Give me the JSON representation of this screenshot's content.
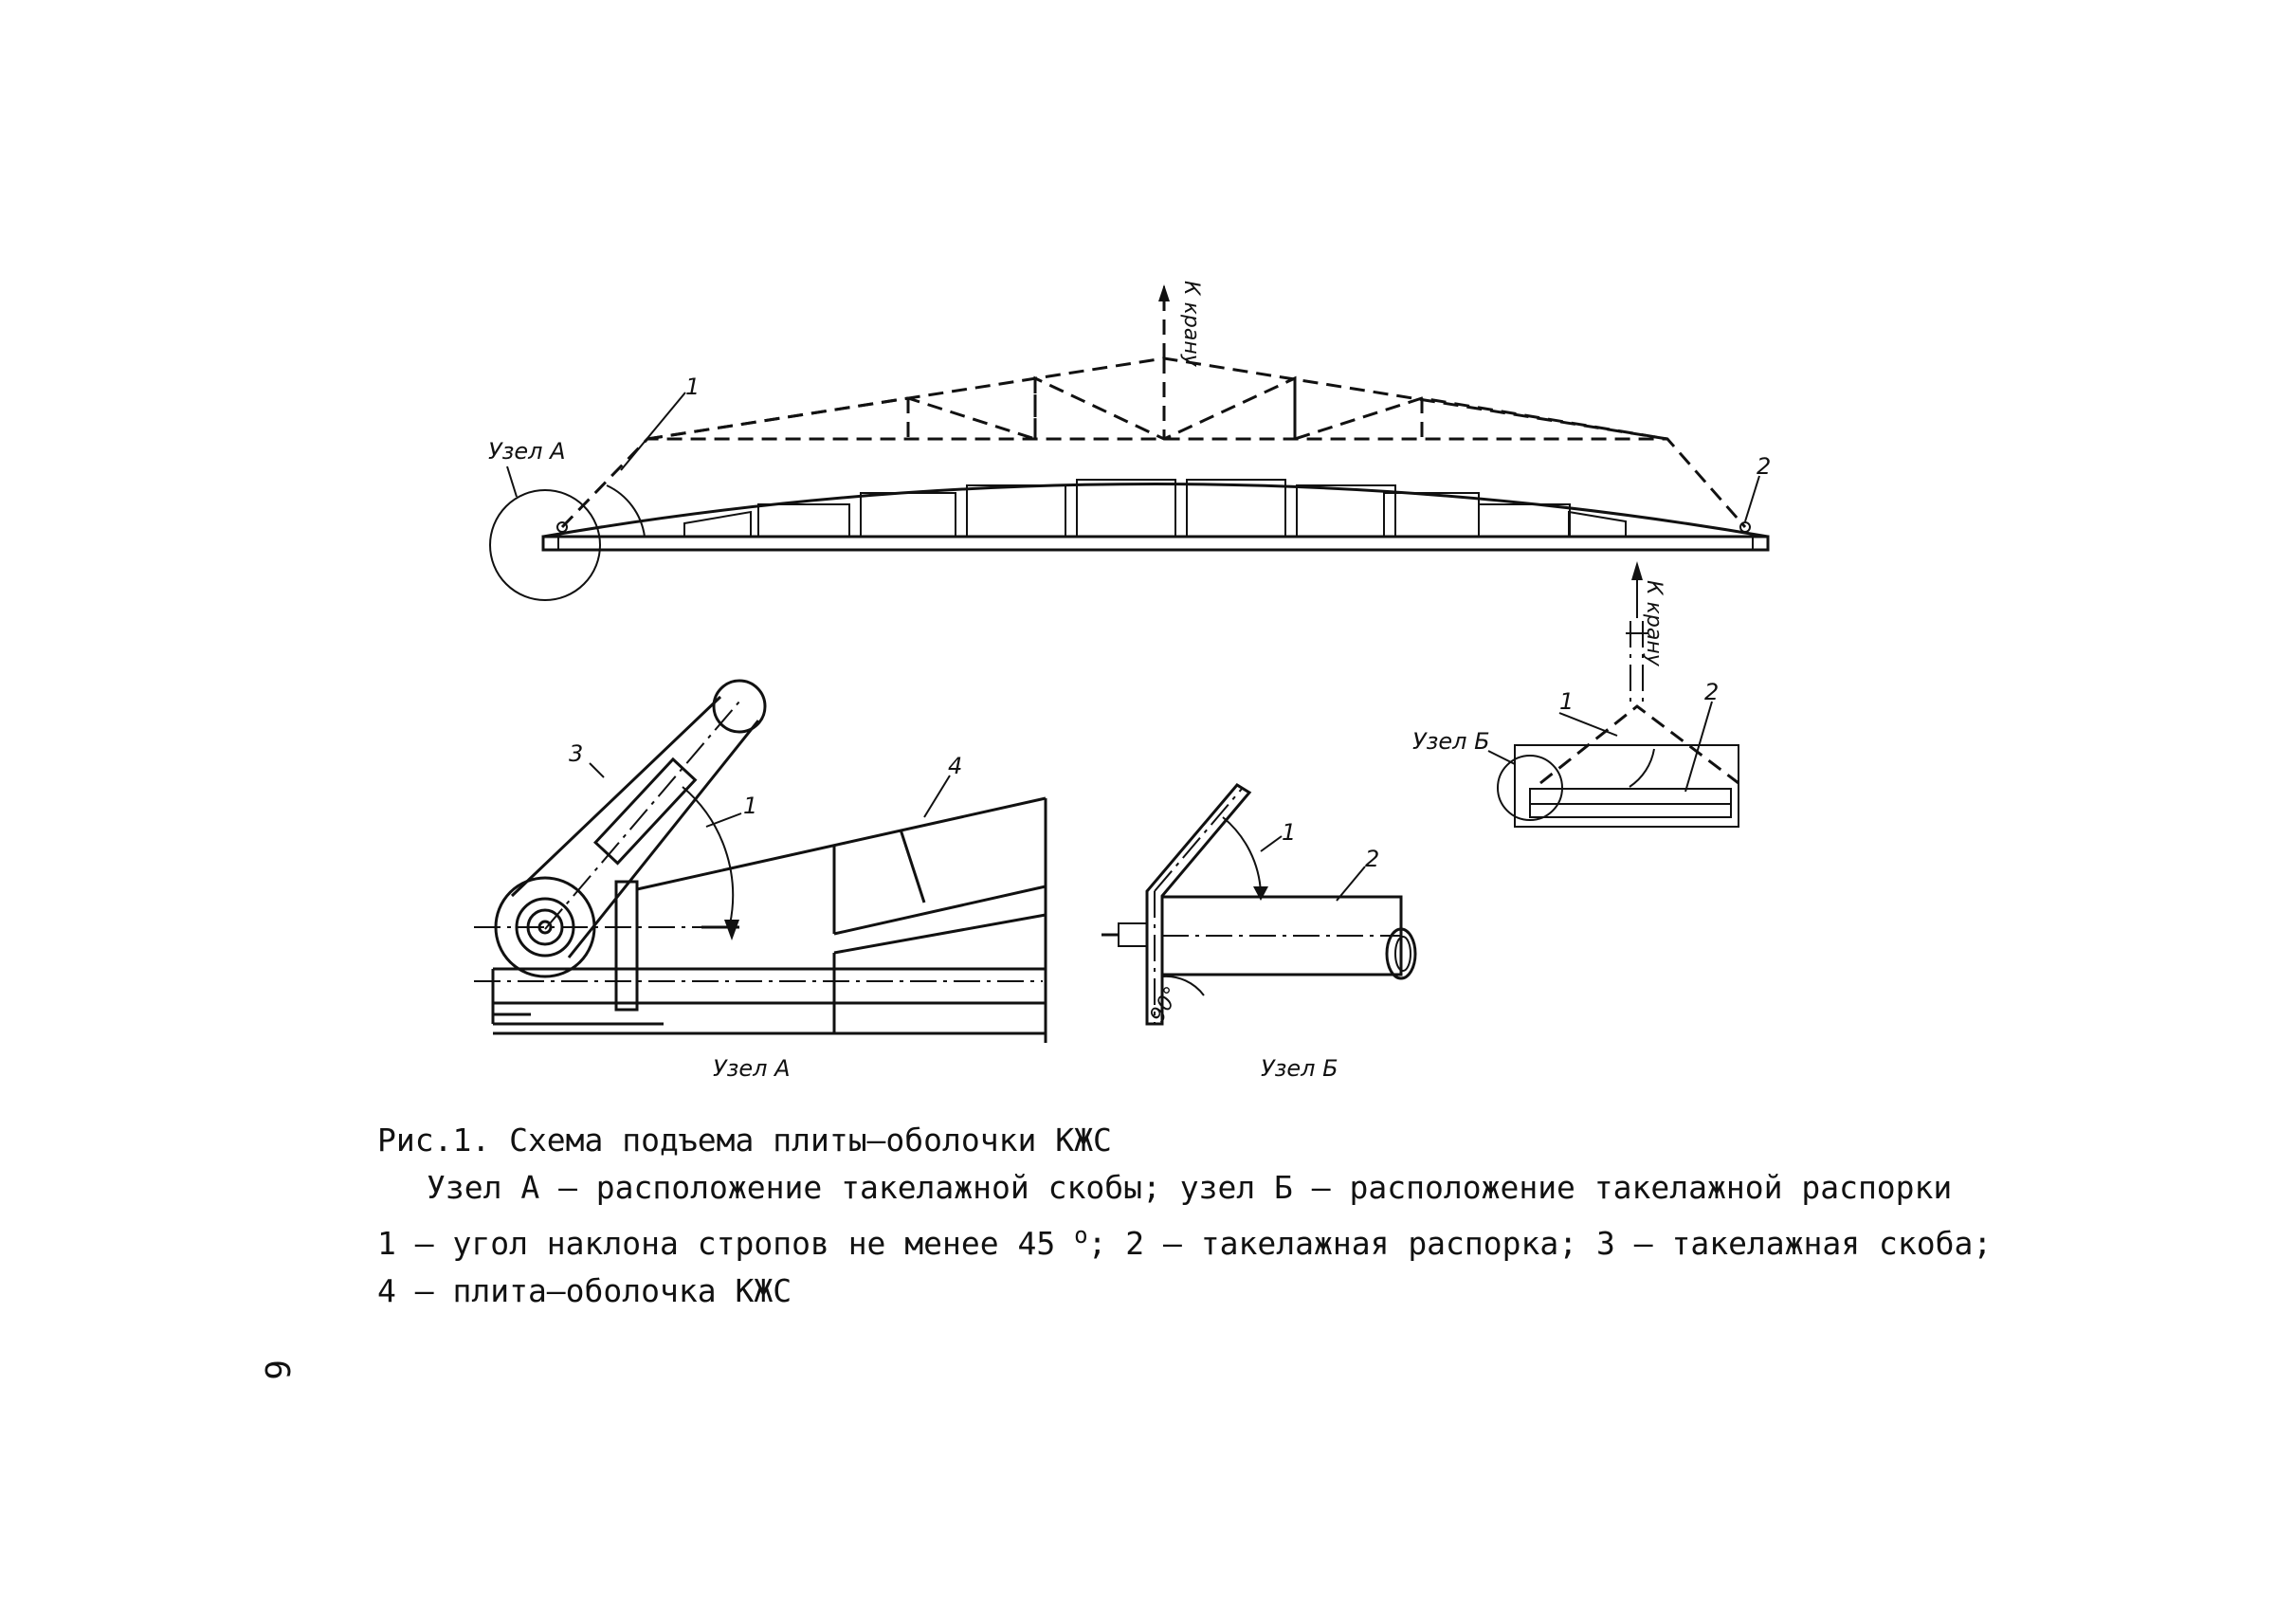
{
  "labels": {
    "uzel_a_top": "Узел А",
    "k_kranu_top": "К крану",
    "k_kranu_side": "К крану",
    "num_1": "1",
    "num_2": "2",
    "num_3": "3",
    "num_4": "4",
    "uzel_b_side": "Узел Б",
    "angle_90": "90°",
    "uzel_a_detail": "Узел А",
    "uzel_b_detail": "Узел Б"
  },
  "caption": {
    "line1": "Рис.1. Схема подъема плиты–оболочки КЖС",
    "line2": "Узел А – расположение такелажной скобы; узел Б – расположение такелажной распорки",
    "line3_a": "1 – угол наклона стропов не менее 45 ",
    "line3_deg": "о",
    "line3_b": "; 2 – такелажная распорка; 3 – такелажная скоба;",
    "line4": "4 – плита–оболочка КЖС"
  },
  "page_number": "6"
}
